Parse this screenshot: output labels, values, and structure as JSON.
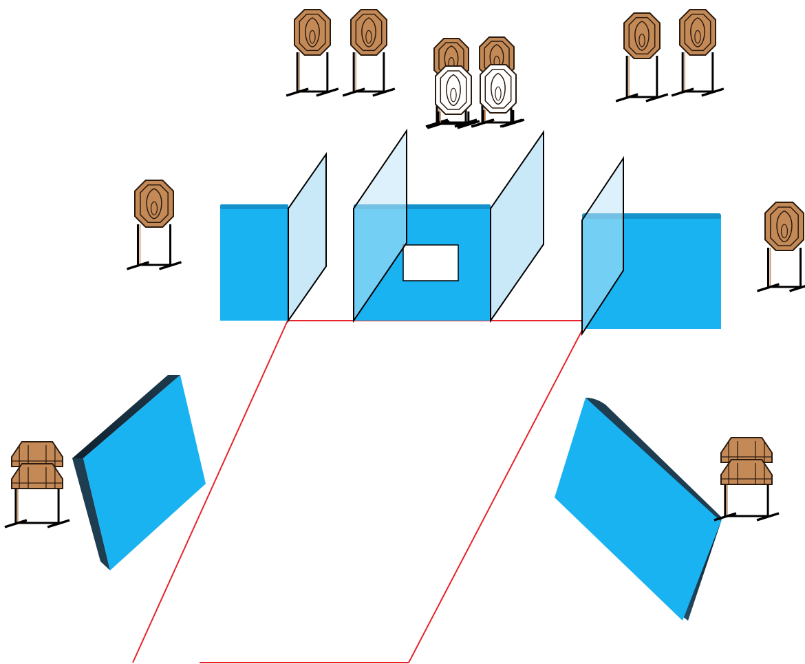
{
  "diagram": {
    "kind": "shooting stage layout",
    "colors": {
      "barricade": "#1ab3f2",
      "barricade_dark": "#1592cc",
      "barricade_light": "#bfe5f8",
      "barricade_shadow": "#1d3a4c",
      "target": "#c38a57",
      "target_outline": "#2b1a0e",
      "no_shoot_target": "#ffffff",
      "stand": "#000000",
      "fault_line": "#e8232a",
      "background": "#ffffff"
    },
    "elements": {
      "paper_targets": 13,
      "no_shoot_targets": 2,
      "barricade_walls": 5,
      "angled_panels": 4,
      "window_openings": 1,
      "shooting_area": 1
    }
  }
}
